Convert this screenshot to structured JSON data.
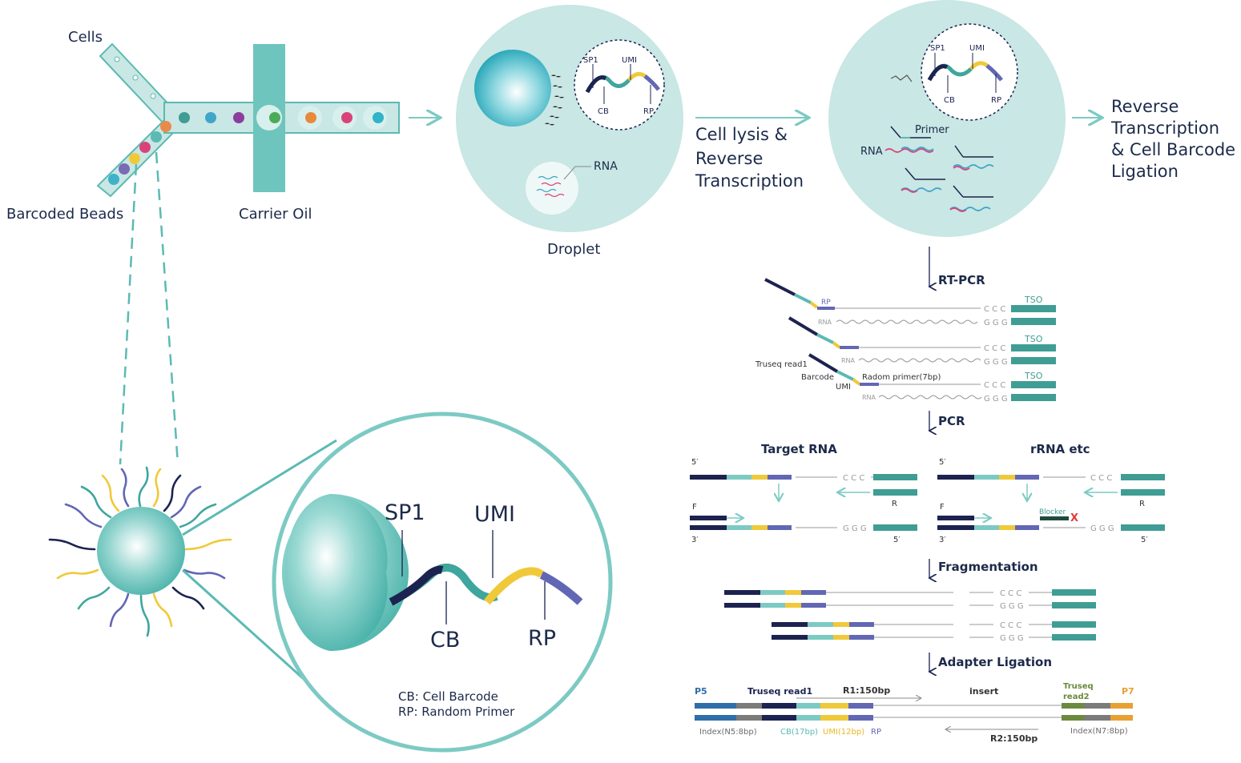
{
  "colors": {
    "teal": "#5bbab3",
    "teal_light": "#c9e7e4",
    "teal_dark": "#3f9d94",
    "navy": "#1c2350",
    "yellow": "#f0c93a",
    "purple": "#6267b4",
    "gray_text": "#6b6b6b",
    "orange": "#e8a033",
    "blue_p5": "#2f6ea8",
    "green_truseq2": "#6a8a3e",
    "red_blocker": "#e23b3b"
  },
  "microfluidics": {
    "cells_label": "Cells",
    "beads_label": "Barcoded Beads",
    "oil_label": "Carrier Oil"
  },
  "droplet": {
    "label": "Droplet",
    "rna_label": "RNA",
    "inset": {
      "sp1": "SP1",
      "umi": "UMI",
      "cb": "CB",
      "rp": "RP"
    }
  },
  "step1_label": [
    "Cell lysis &",
    "Reverse",
    "Transcription"
  ],
  "lysed": {
    "primer_label": "Primer",
    "rna_label": "RNA",
    "inset": {
      "sp1": "SP1",
      "umi": "UMI",
      "cb": "CB",
      "rp": "RP"
    }
  },
  "step2_label": [
    "Reverse",
    "Transcription",
    "& Cell Barcode",
    "Ligation"
  ],
  "bead_zoom": {
    "sp1": "SP1",
    "umi": "UMI",
    "cb": "CB",
    "rp": "RP",
    "legend_cb": "CB:  Cell Barcode",
    "legend_rp": "RP:  Random Primer"
  },
  "rtpcr": {
    "title": "RT-PCR",
    "rp": "RP",
    "tso": "TSO",
    "rna": "RNA",
    "ccc": "C C C",
    "ggg": "G G G",
    "truseq_read1": "Truseq read1",
    "barcode": "Barcode",
    "umi": "UMI",
    "random_primer": "Radom primer(7bp)"
  },
  "pcr": {
    "title": "PCR",
    "target_title": "Target RNA",
    "rrna_title": "rRNA etc",
    "five_prime": "5′",
    "three_prime": "3′",
    "f": "F",
    "r": "R",
    "ccc": "C C C",
    "ggg": "G G G",
    "blocker": "Blocker",
    "x_mark": "X"
  },
  "fragmentation": {
    "title": "Fragmentation",
    "ccc": "C C C",
    "ggg": "G G G"
  },
  "adapter": {
    "title": "Adapter Ligation",
    "p5": "P5",
    "truseq_read1": "Truseq read1",
    "r1": "R1:150bp",
    "insert": "insert",
    "truseq_read2_a": "Truseq",
    "truseq_read2_b": "read2",
    "p7": "P7",
    "index_n5": "Index(N5:8bp)",
    "cb17": "CB(17bp)",
    "umi12": "UMI(12bp)",
    "rp": "RP",
    "r2": "R2:150bp",
    "index_n7": "Index(N7:8bp)"
  }
}
